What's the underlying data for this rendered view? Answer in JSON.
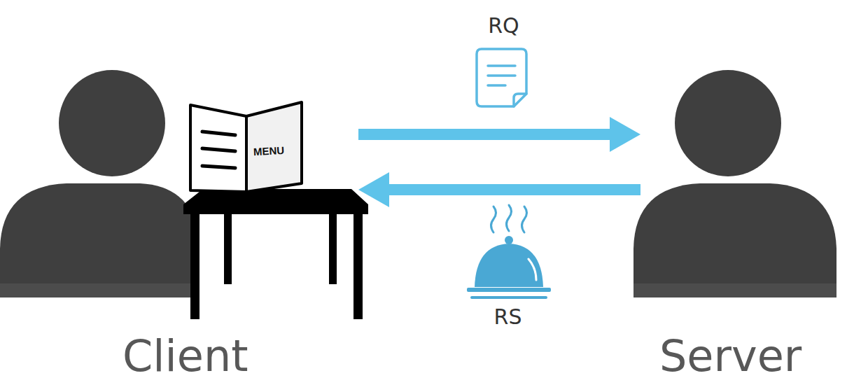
{
  "diagram": {
    "nodes": [
      {
        "text": [
          "Client"
        ]
      },
      {
        "text": [
          "Server"
        ]
      }
    ],
    "edges": [
      {
        "from": 0,
        "to": 1,
        "arrow": "to",
        "label": "RQ"
      },
      {
        "from": 1,
        "to": 0,
        "arrow": "to",
        "label": "RS"
      }
    ],
    "labels": [
      "MENU"
    ]
  }
}
